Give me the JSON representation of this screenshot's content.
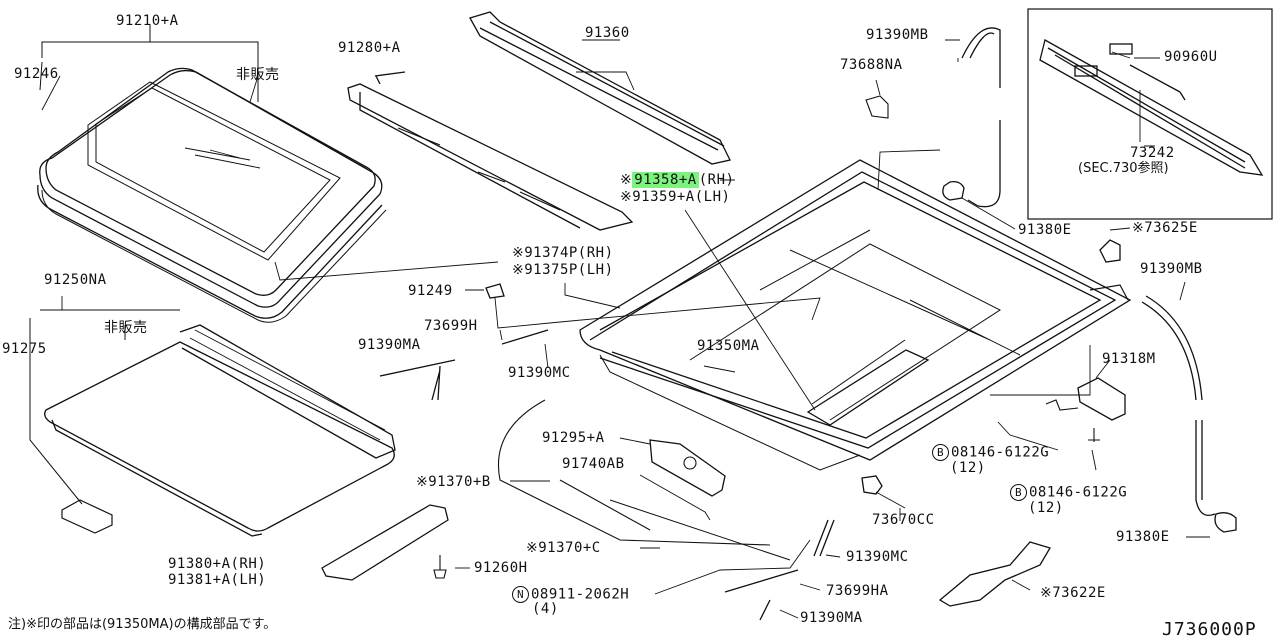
{
  "labels": {
    "p91210A": "91210+A",
    "p91246": "91246",
    "p_nonsale1": "非販売",
    "p91280A": "91280+A",
    "p91360": "91360",
    "p91390MB_top": "91390MB",
    "p73688NA": "73688NA",
    "p90960U": "90960U",
    "p73242": "73242",
    "p73242_sec": "(SEC.730参照)",
    "p91358A": "91358+A",
    "p91358A_side": "(RH)",
    "p91359A": "91359+A(LH)",
    "p91380E_a": "91380E",
    "p73625E": "73625E",
    "p91390MB_right": "91390MB",
    "p91374P": "91374P(RH)",
    "p91375P": "91375P(LH)",
    "p91250NA": "91250NA",
    "p91249": "91249",
    "p_nonsale2": "非販売",
    "p91275": "91275",
    "p73699H": "73699H",
    "p91390MA_a": "91390MA",
    "p91350MA": "91350MA",
    "p91318M": "91318M",
    "p91390MC_a": "91390MC",
    "p91295A": "91295+A",
    "p08146_a": "08146-6122G",
    "p08146_a_qty": "(12)",
    "p91740AB": "91740AB",
    "p91370B": "91370+B",
    "p73670CC": "73670CC",
    "p08146_b": "08146-6122G",
    "p08146_b_qty": "(12)",
    "p91370C": "91370+C",
    "p91380E_b": "91380E",
    "p91380A_RH": "91380+A(RH)",
    "p91381A_LH": "91381+A(LH)",
    "p91260H": "91260H",
    "p91390MC_b": "91390MC",
    "p73699HA": "73699HA",
    "p08911": "08911-2062H",
    "p08911_qty": "(4)",
    "p73622E": "73622E",
    "p91390MA_b": "91390MA"
  },
  "marks": {
    "asterisk": "※",
    "bolt": "B",
    "nut": "N"
  },
  "footer": {
    "note": "注)※印の部品は(91350MA)の構成部品です。",
    "ref_code": "J736000P"
  },
  "colors": {
    "highlight": "#7cf37c",
    "ink": "#111111"
  }
}
